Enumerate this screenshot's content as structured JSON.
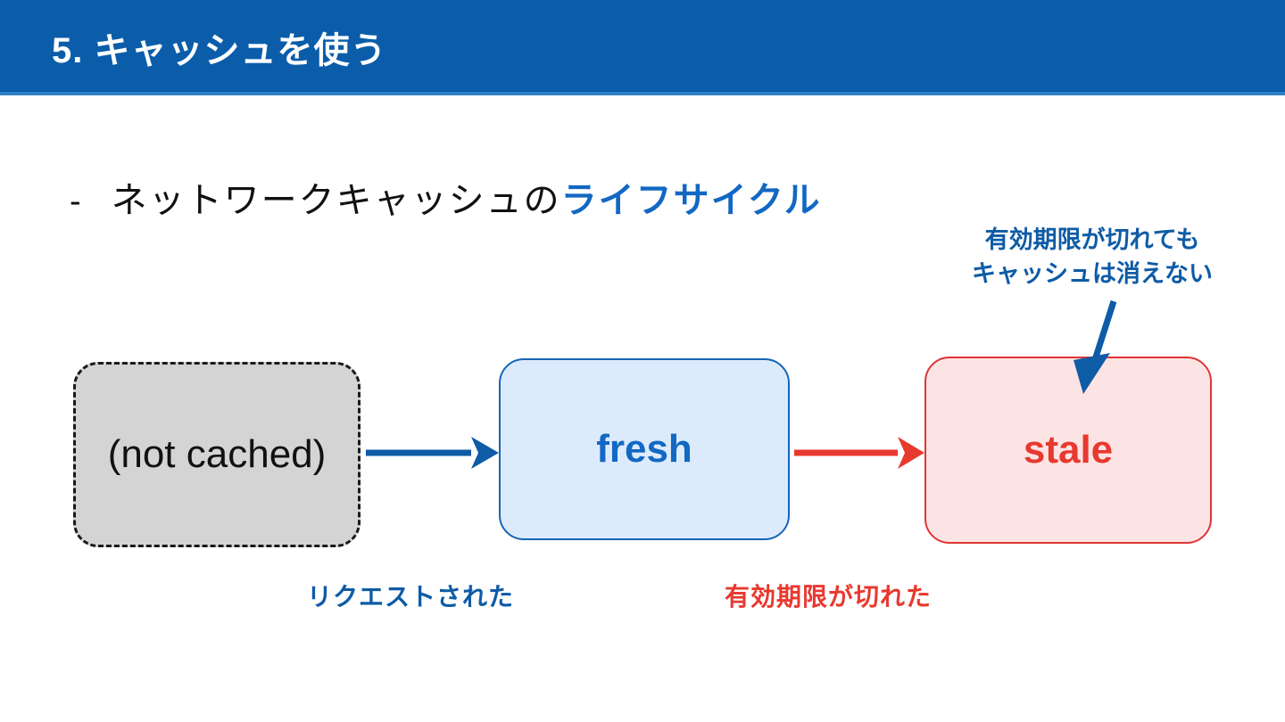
{
  "slide": {
    "title": "5. キャッシュを使う",
    "header_color": "#0B5DAA",
    "header_underline_color": "#2E7FC4"
  },
  "bullet": {
    "marker": "-",
    "text_main": "ネットワークキャッシュの",
    "text_accent": "ライフサイクル",
    "accent_color": "#1268C3"
  },
  "callout": {
    "line1": "有効期限が切れても",
    "line2": "キャッシュは消えない",
    "color": "#0E5BA6"
  },
  "diagram": {
    "type": "state-flow",
    "states": [
      {
        "id": "not-cached",
        "label": "(not cached)",
        "fill": "#D4D4D4",
        "border": "#1a1a1a",
        "border_style": "dashed",
        "text_color": "#111111"
      },
      {
        "id": "fresh",
        "label": "fresh",
        "fill": "#DCEBFC",
        "border": "#1565B8",
        "border_style": "solid",
        "text_color": "#1268C3"
      },
      {
        "id": "stale",
        "label": "stale",
        "fill": "#FCE4E4",
        "border": "#E03535",
        "border_style": "solid",
        "text_color": "#E8392F"
      }
    ],
    "transitions": [
      {
        "id": "requested",
        "from": "not-cached",
        "to": "fresh",
        "label": "リクエストされた",
        "color": "#0E5BA6"
      },
      {
        "id": "expired",
        "from": "fresh",
        "to": "stale",
        "label": "有効期限が切れた",
        "color": "#E8392F"
      }
    ],
    "annotation_arrow": {
      "id": "callout-arrow",
      "target": "stale",
      "color": "#0E5BA6"
    }
  }
}
